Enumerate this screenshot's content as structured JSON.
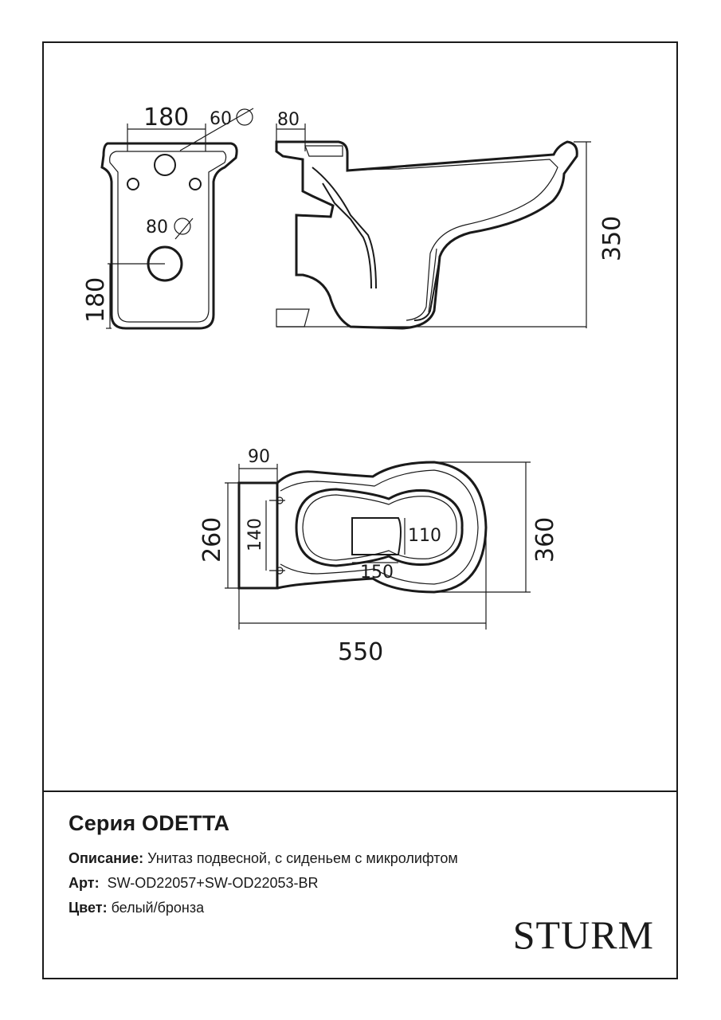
{
  "dimensions": {
    "front_width_top": "180",
    "front_pipe_diameter": "60",
    "front_outlet_diameter": "80",
    "front_outlet_height": "180",
    "side_inlet": "80",
    "side_height": "350",
    "top_back_width": "90",
    "top_mount_width": "260",
    "top_mount_spacing": "140",
    "top_hole_height": "110",
    "top_hole_width": "150",
    "top_total_width": "360",
    "top_total_length": "550"
  },
  "series": "Серия ODETTA",
  "description": {
    "label": "Описание:",
    "value": "Унитаз подвесной, с сиденьем с микролифтом"
  },
  "article": {
    "label": "Арт:",
    "value": "SW-OD22057+SW-OD22053-BR"
  },
  "color": {
    "label": "Цвет:",
    "value": "белый/бронза"
  },
  "brand": "STURM"
}
